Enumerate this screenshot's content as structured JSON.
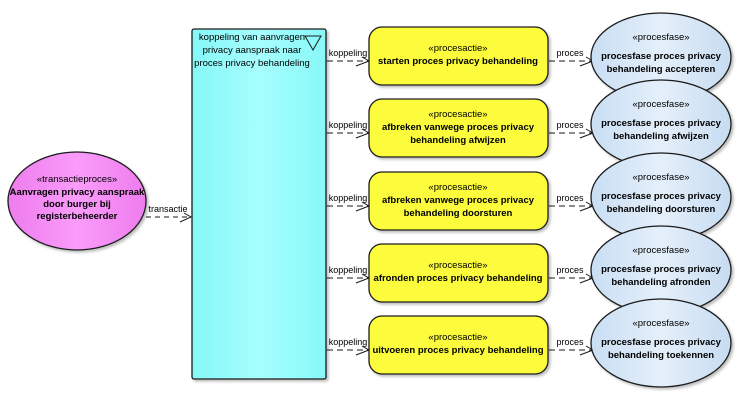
{
  "diagram": {
    "transaction_process": {
      "stereotype": "«transactieproces»",
      "name_lines": [
        "Aanvragen privacy aanspraak",
        "door burger bij",
        "registerbeheerder"
      ],
      "fill": "#f58ef5"
    },
    "transaction_edge_label": "transactie",
    "coupling": {
      "name_lines": [
        "koppeling van aanvragen",
        "privacy aanspraak naar",
        "proces privacy behandeling"
      ],
      "fill": "#8ffcfc",
      "icon": "triangle-down-icon"
    },
    "process_actions": [
      {
        "stereotype": "«procesactie»",
        "name_lines": [
          "starten proces privacy behandeling"
        ]
      },
      {
        "stereotype": "«procesactie»",
        "name_lines": [
          "afbreken vanwege proces privacy",
          "behandeling afwijzen"
        ]
      },
      {
        "stereotype": "«procesactie»",
        "name_lines": [
          "afbreken vanwege proces privacy",
          "behandeling doorsturen"
        ]
      },
      {
        "stereotype": "«procesactie»",
        "name_lines": [
          "afronden proces privacy behandeling"
        ]
      },
      {
        "stereotype": "«procesactie»",
        "name_lines": [
          "uitvoeren proces privacy behandeling"
        ]
      }
    ],
    "process_action_fill": "#fcfc3c",
    "coupling_edge_label": "koppeling",
    "process_edge_label": "proces",
    "process_phases": [
      {
        "stereotype": "«procesfase»",
        "name_lines": [
          "procesfase proces privacy",
          "behandeling accepteren"
        ]
      },
      {
        "stereotype": "«procesfase»",
        "name_lines": [
          "procesfase proces privacy",
          "behandeling afwijzen"
        ]
      },
      {
        "stereotype": "«procesfase»",
        "name_lines": [
          "procesfase proces privacy",
          "behandeling doorsturen"
        ]
      },
      {
        "stereotype": "«procesfase»",
        "name_lines": [
          "procesfase proces privacy",
          "behandeling afronden"
        ]
      },
      {
        "stereotype": "«procesfase»",
        "name_lines": [
          "procesfase proces privacy",
          "behandeling toekennen"
        ]
      }
    ],
    "process_phase_fill": "#d6e8f8"
  }
}
